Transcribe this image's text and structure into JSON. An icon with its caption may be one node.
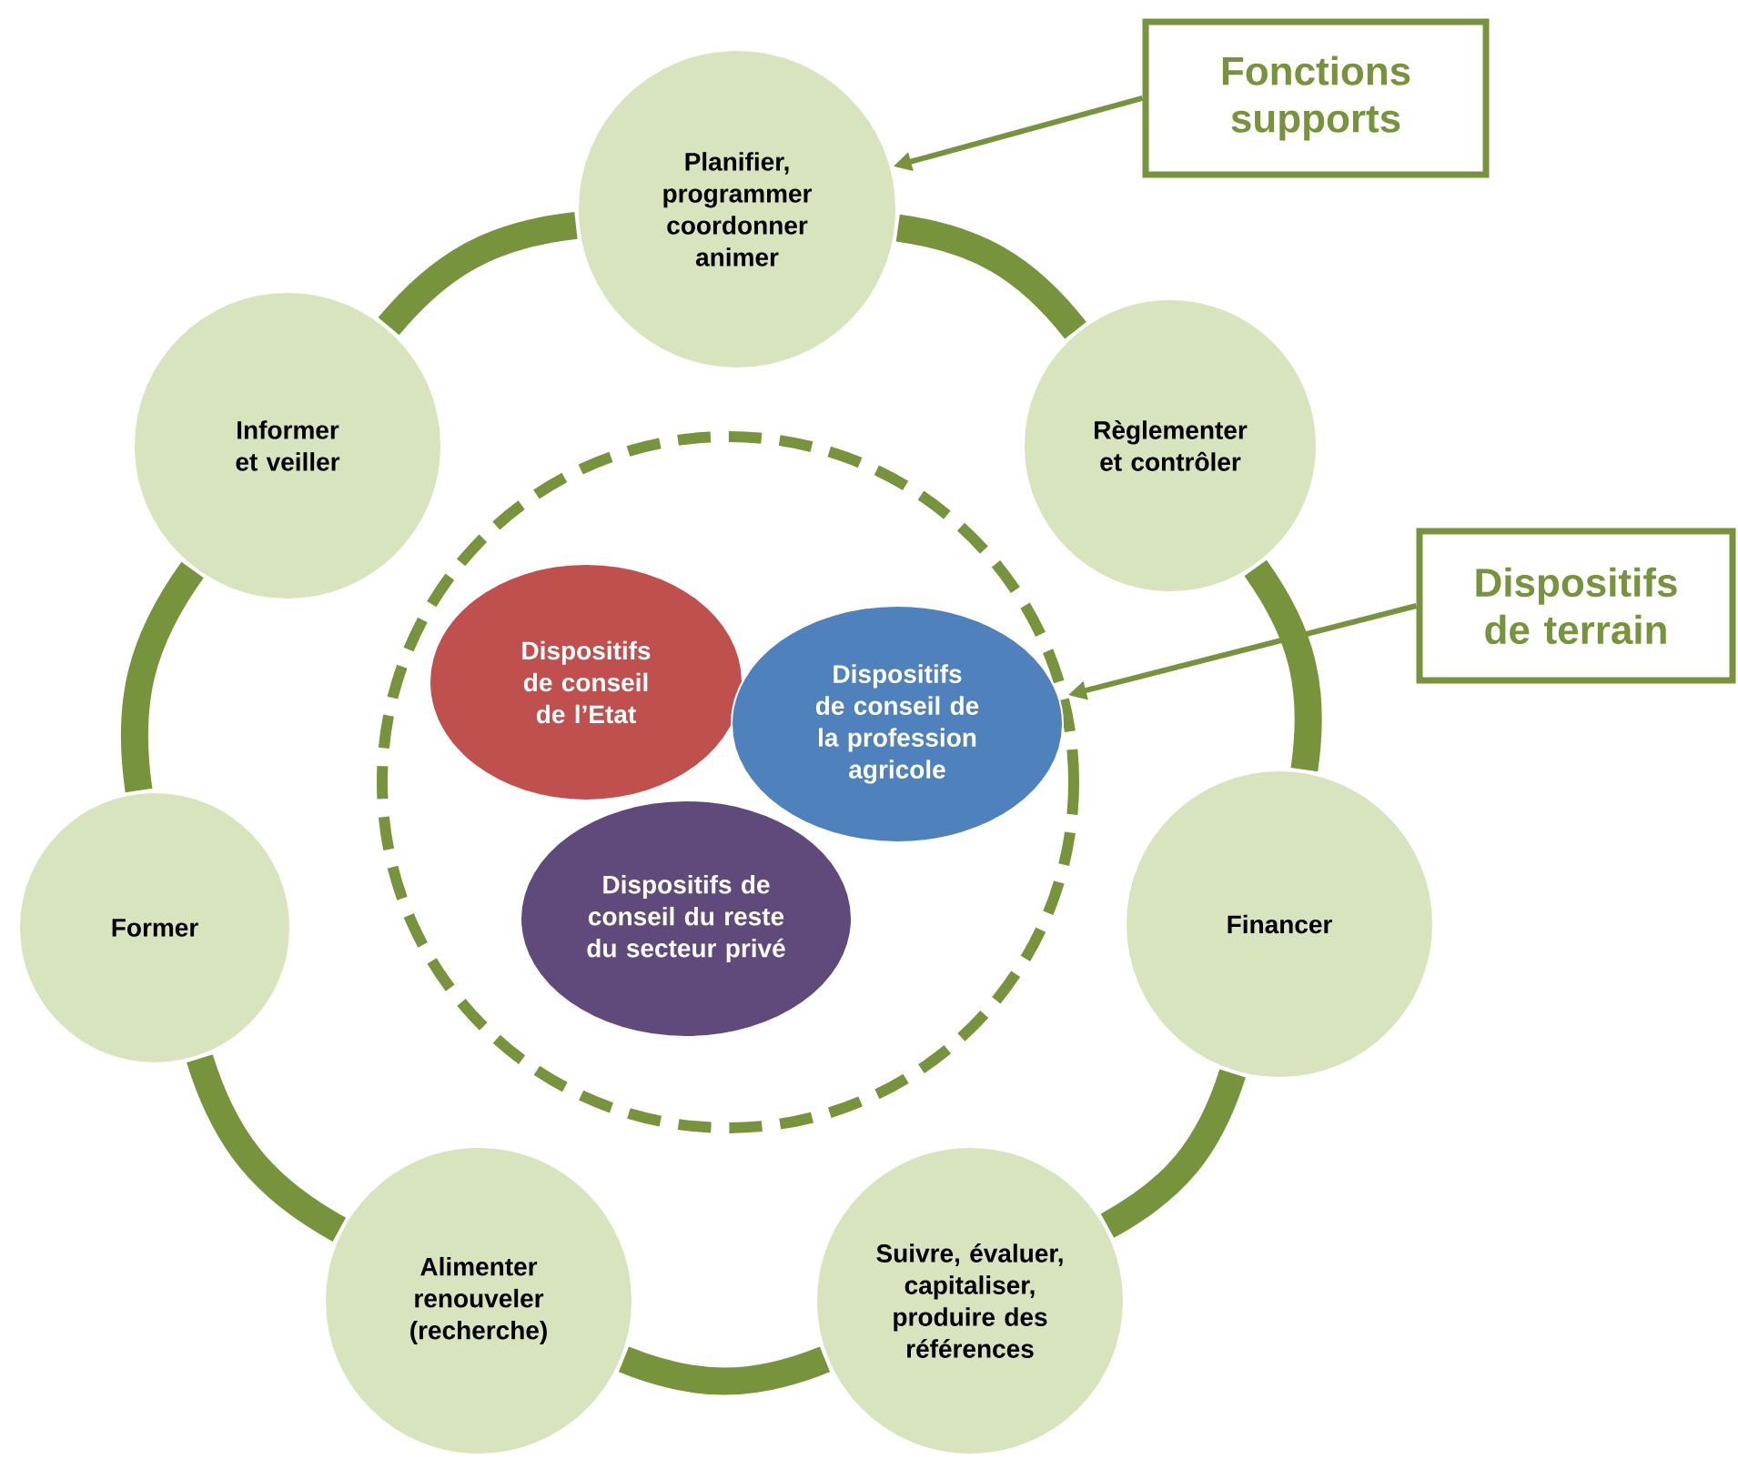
{
  "diagram": {
    "nodes": [
      {
        "text": [
          "Planifier, programmer coordonner animer"
        ]
      },
      {
        "text": [
          "Fonctions supports"
        ]
      },
      {
        "text": [
          "Informer et veiller"
        ]
      },
      {
        "text": [
          "Règlementer et contrôler"
        ]
      },
      {
        "text": [],
        "shape": "circle"
      },
      {
        "text": [
          "Dispositifs de terrain"
        ]
      },
      {
        "text": [
          "Dispositifs de conseil de l’Etat"
        ],
        "in": 4
      },
      {
        "text": [
          "Dispositifs de conseil de la profession agricole"
        ],
        "in": 4
      },
      {
        "text": [
          "Former"
        ]
      },
      {
        "text": [
          "Dispositifs de conseil du reste du secteur privé"
        ],
        "in": 4
      },
      {
        "text": [
          "Financer"
        ]
      },
      {
        "text": [
          "Alimenter renouveler (recherche)"
        ]
      },
      {
        "text": [
          "Suivre, évaluer, capitaliser, produire des références"
        ]
      }
    ],
    "edges": [
      {
        "from": 0,
        "to": 3,
        "arrow": "none"
      },
      {
        "from": 3,
        "to": 10,
        "arrow": "none"
      },
      {
        "from": 10,
        "to": 12,
        "arrow": "none"
      },
      {
        "from": 12,
        "to": 11,
        "arrow": "none"
      },
      {
        "from": 11,
        "to": 8,
        "arrow": "none"
      },
      {
        "from": 8,
        "to": 2,
        "arrow": "none"
      },
      {
        "from": 2,
        "to": 0,
        "arrow": "none"
      },
      {
        "from": 1,
        "to": 0,
        "arrow": "to"
      },
      {
        "from": 5,
        "to": 4,
        "arrow": "to"
      }
    ]
  }
}
